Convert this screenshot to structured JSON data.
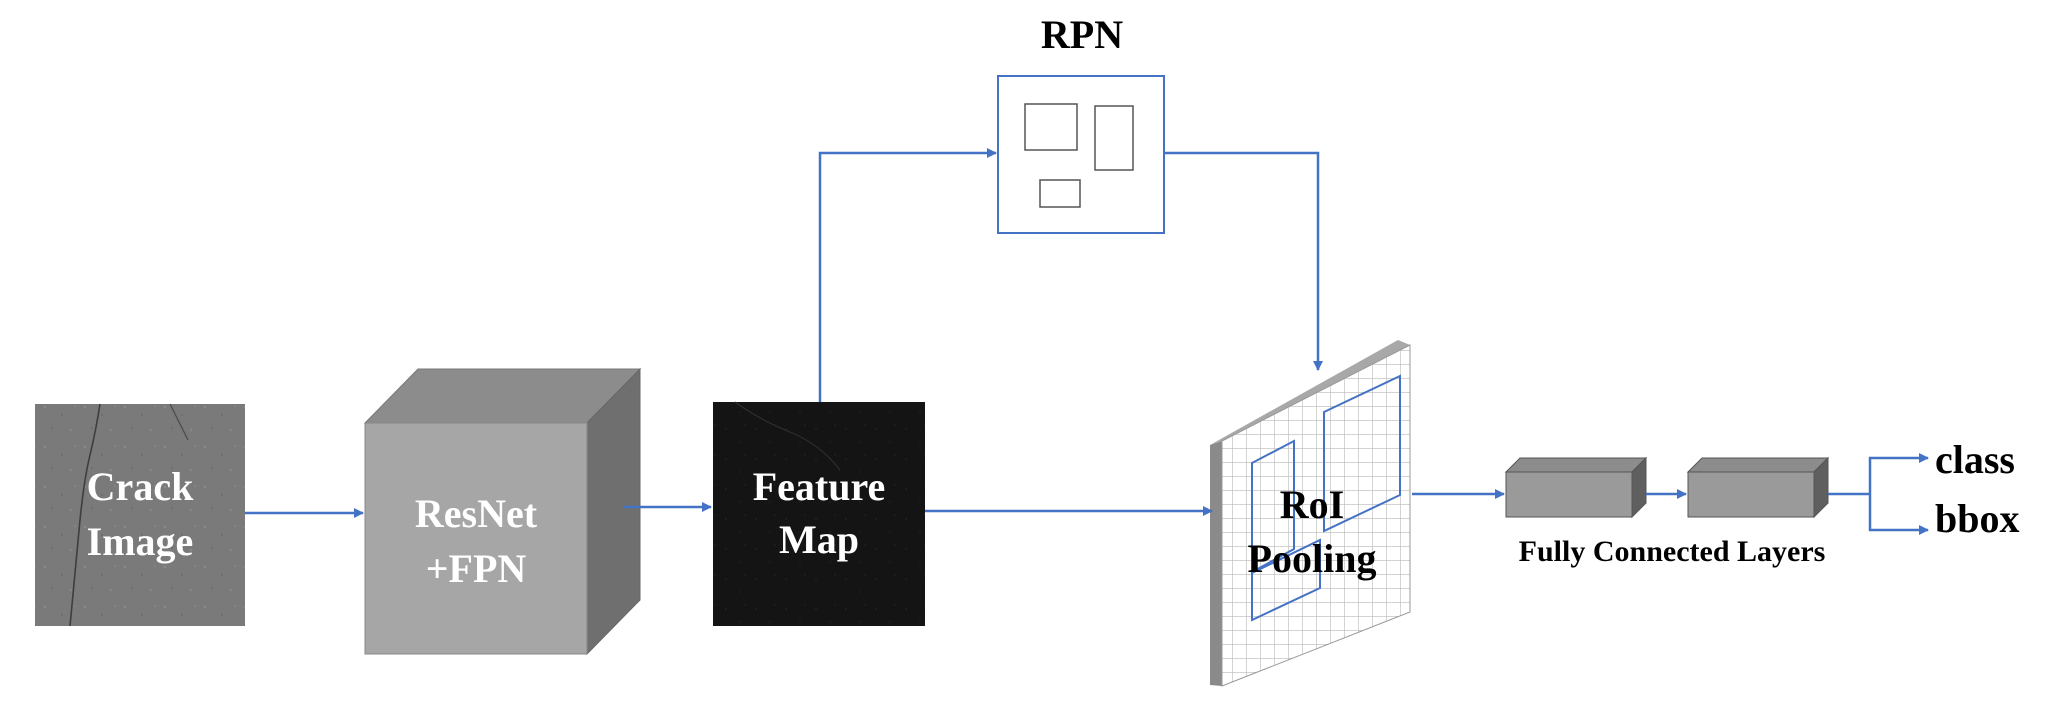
{
  "rpn": {
    "title": "RPN"
  },
  "crack_image": {
    "line1": "Crack",
    "line2": "Image"
  },
  "backbone": {
    "line1": "ResNet",
    "line2": "+FPN"
  },
  "feature_map": {
    "line1": "Feature",
    "line2": "Map"
  },
  "roi_pooling": {
    "line1": "RoI",
    "line2": "Pooling"
  },
  "fc_layers": {
    "label": "Fully Connected Layers"
  },
  "outputs": {
    "class_label": "class",
    "bbox_label": "bbox"
  },
  "colors": {
    "arrow": "#4472C4",
    "crack_image_fill": "#7a7a7a",
    "cube_front": "#a6a6a6",
    "cube_top": "#8c8c8c",
    "cube_side": "#6f6f6f",
    "feature_map_fill": "#141414",
    "grid_line": "#c8c8c8",
    "text_light": "#ffffff",
    "text_dark": "#000000"
  }
}
